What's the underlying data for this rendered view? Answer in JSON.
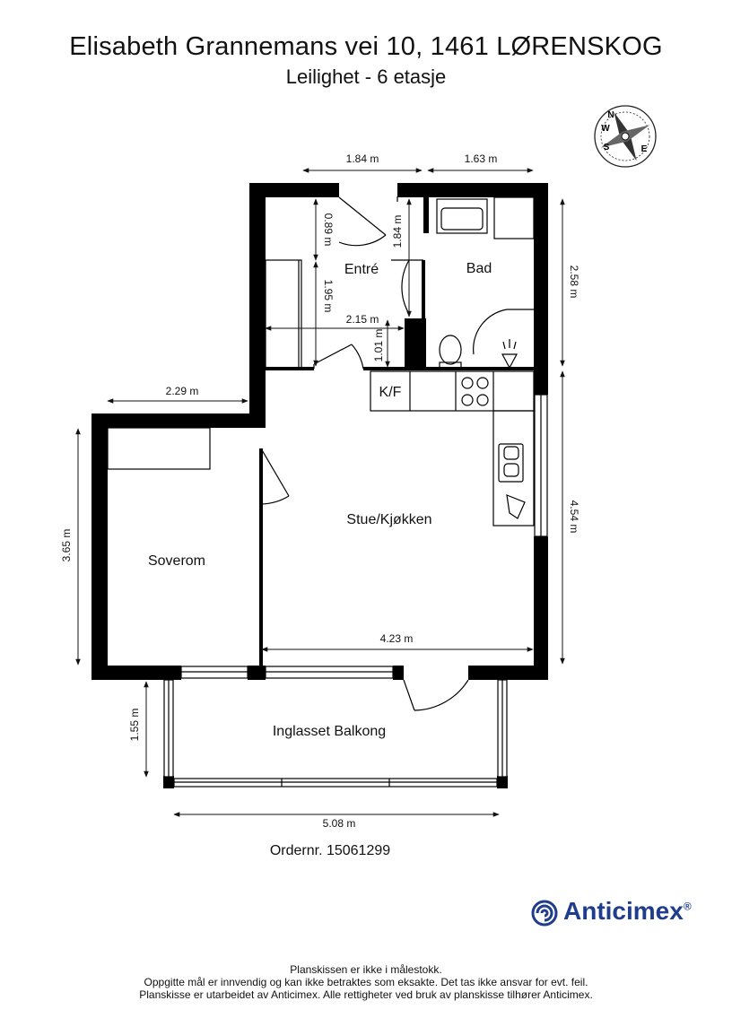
{
  "header": {
    "address": "Elisabeth Grannemans vei 10, 1461 LØRENSKOG",
    "unit": "Leilighet - 6 etasje"
  },
  "compass": {
    "labels": [
      "N",
      "E",
      "S",
      "W"
    ]
  },
  "rooms": {
    "entre": "Entré",
    "bad": "Bad",
    "kf": "K/F",
    "stue": "Stue/Kjøkken",
    "soverom": "Soverom",
    "balkong": "Inglasset Balkong"
  },
  "dimensions": {
    "top_entre": "1.84 m",
    "top_bad": "1.63 m",
    "entre_upper": "0.89 m",
    "entre_lower": "1.95 m",
    "bad_height_inner": "1.84 m",
    "bad_right": "2.58 m",
    "entre_width": "2.15 m",
    "bad_lower": "1.01 m",
    "soverom_width": "2.29 m",
    "soverom_height": "3.65 m",
    "stue_right": "4.54 m",
    "stue_width": "4.23 m",
    "balkong_height": "1.55 m",
    "balkong_width": "5.08 m"
  },
  "order": "Ordernr. 15061299",
  "brand": {
    "name": "Anticimex",
    "registered": "®",
    "color": "#1f3d8c"
  },
  "footer": {
    "line1": "Planskissen er ikke i målestokk.",
    "line2": "Oppgitte mål er innvendig og kan ikke betraktes som eksakte. Det tas ikke ansvar for evt. feil.",
    "line3": "Planskisse er utarbeidet av Anticimex. Alle rettigheter ved bruk av planskisse tilhører Anticimex."
  }
}
